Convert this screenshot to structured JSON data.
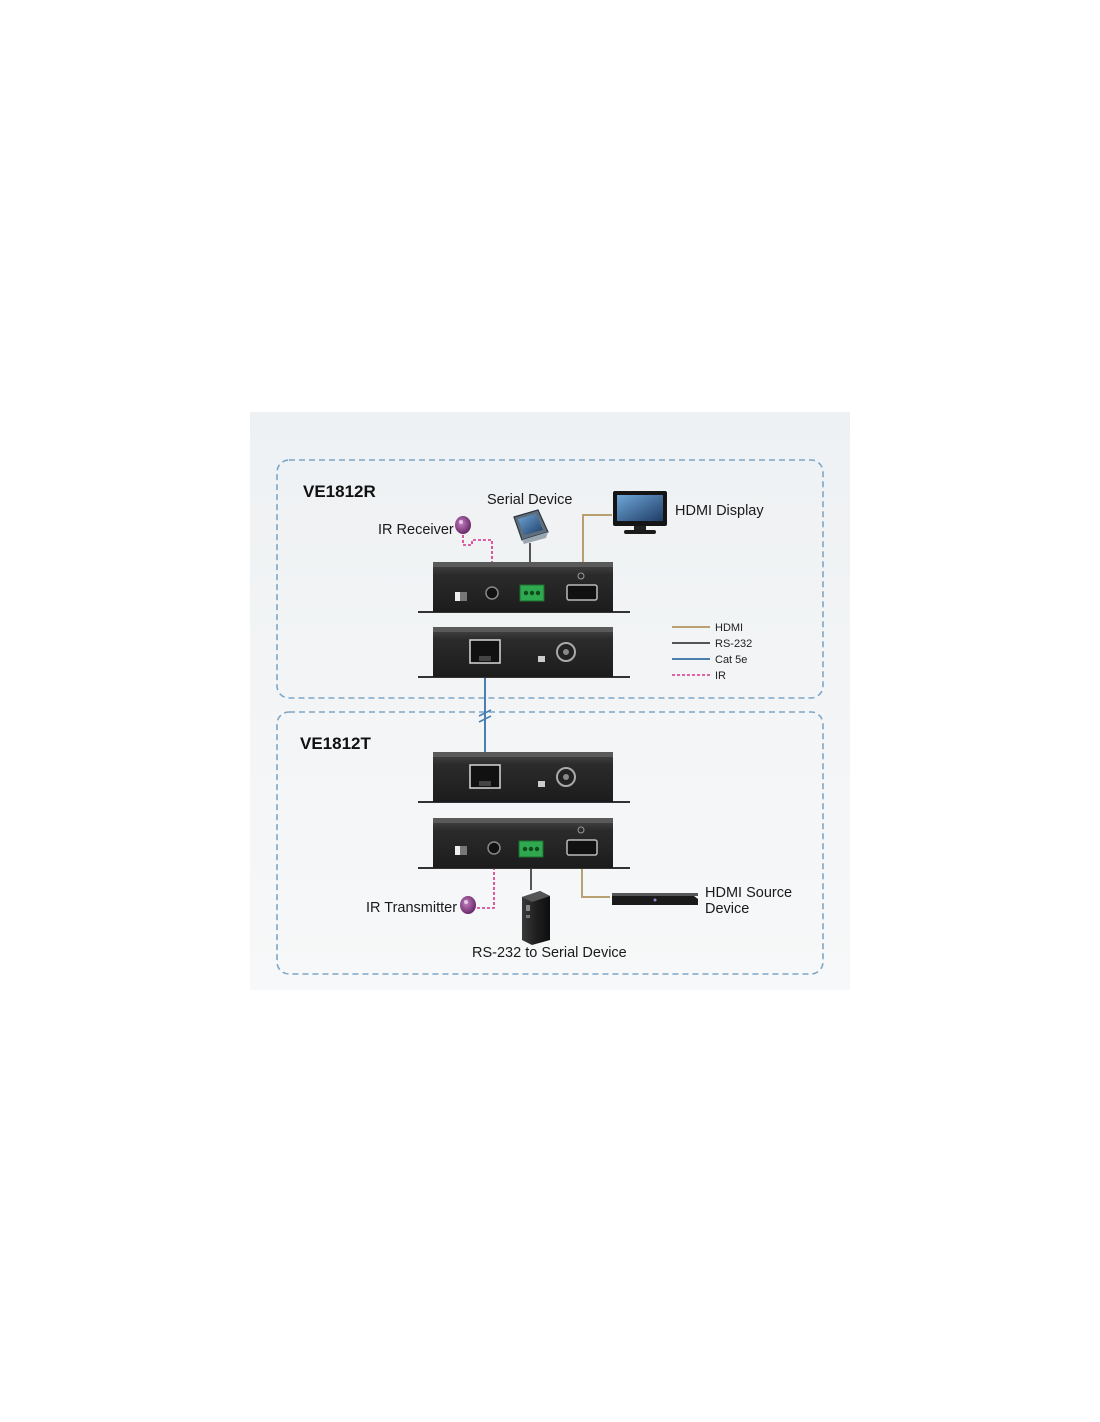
{
  "receiver_group": {
    "title": "VE1812R",
    "labels": {
      "ir_receiver": "IR Receiver",
      "serial_device": "Serial Device",
      "hdmi_display": "HDMI Display"
    }
  },
  "transmitter_group": {
    "title": "VE1812T",
    "labels": {
      "ir_transmitter": "IR Transmitter",
      "rs232_serial": "RS-232 to Serial Device",
      "hdmi_source_line1": "HDMI Source",
      "hdmi_source_line2": "Device"
    }
  },
  "legend": [
    {
      "label": "HDMI",
      "color": "#b8a070",
      "style": "solid"
    },
    {
      "label": "RS-232",
      "color": "#555555",
      "style": "solid"
    },
    {
      "label": "Cat 5e",
      "color": "#4a7fb0",
      "style": "solid"
    },
    {
      "label": "IR",
      "color": "#d6338a",
      "style": "dashed"
    }
  ],
  "colors": {
    "group_border": "#7ea6c6",
    "device_body": "#2a2a2a",
    "terminal_green": "#2fa84f"
  }
}
